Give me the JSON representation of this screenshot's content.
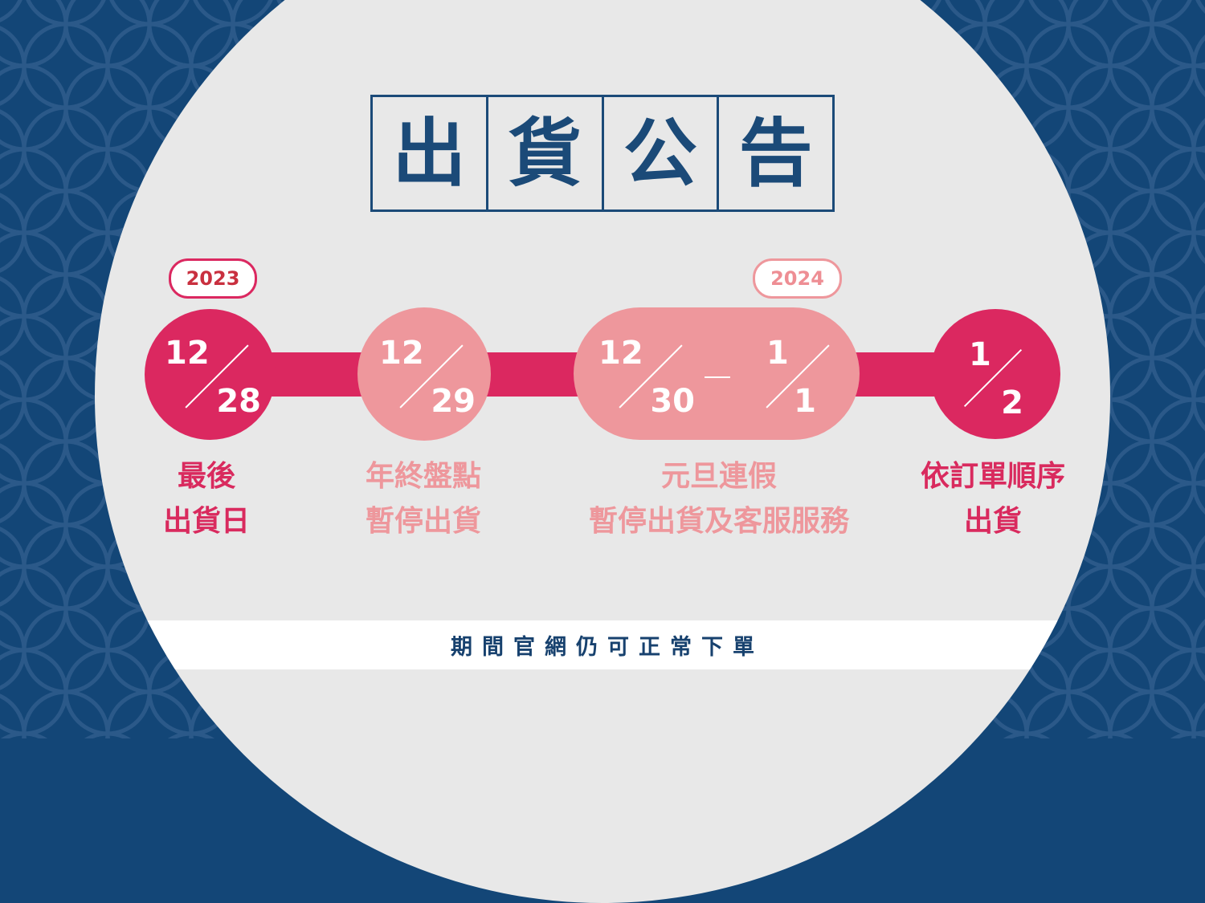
{
  "colors": {
    "background_navy": "#134677",
    "pattern_line": "#2f5d8c",
    "circle_bg": "#e8e8e8",
    "accent_dark_pink": "#db2860",
    "accent_light_pink": "#ee979c",
    "title_navy": "#1b4a78",
    "white": "#ffffff"
  },
  "title": {
    "chars": [
      "出",
      "貨",
      "公",
      "告"
    ]
  },
  "timeline": {
    "year_badges": [
      {
        "label": "2023",
        "style": "dark"
      },
      {
        "label": "2024",
        "style": "light"
      }
    ],
    "nodes": [
      {
        "style": "dark",
        "date": {
          "month": "12",
          "day": "28"
        },
        "caption": [
          "最後",
          "出貨日"
        ]
      },
      {
        "style": "light",
        "date": {
          "month": "12",
          "day": "29"
        },
        "caption": [
          "年終盤點",
          "暫停出貨"
        ]
      },
      {
        "style": "light",
        "range": {
          "start": {
            "month": "12",
            "day": "30"
          },
          "separator": "—",
          "end": {
            "month": "1",
            "day": "1"
          }
        },
        "caption": [
          "元旦連假",
          "暫停出貨及客服服務"
        ]
      },
      {
        "style": "dark",
        "date": {
          "month": "1",
          "day": "2"
        },
        "caption": [
          "依訂單順序",
          "出貨"
        ]
      }
    ]
  },
  "footer_note": {
    "text": "期間官網仍可正常下單"
  }
}
